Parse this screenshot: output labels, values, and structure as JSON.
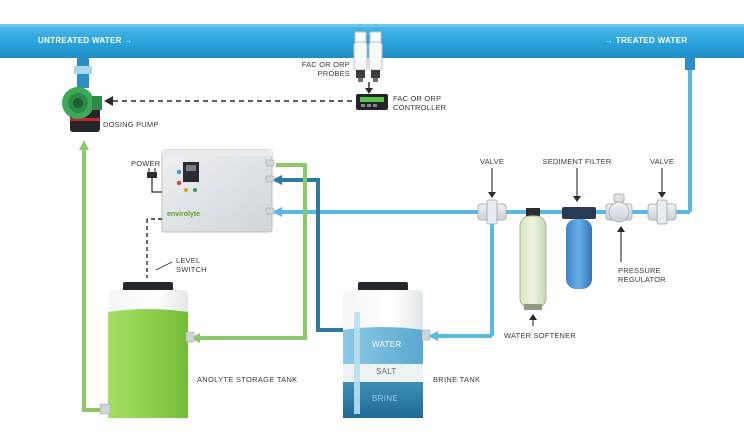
{
  "labels": {
    "untreated_water": "UNTREATED WATER",
    "treated_water": "TREATED WATER",
    "probes_line1": "FAC OR ORP",
    "probes_line2": "PROBES",
    "controller_line1": "FAC OR ORP",
    "controller_line2": "CONTROLLER",
    "dosing_pump": "DOSING PUMP",
    "power": "POWER",
    "valve_left": "VALVE",
    "sediment_filter": "SEDIMENT FILTER",
    "valve_right": "VALVE",
    "pressure_line1": "PRESSURE",
    "pressure_line2": "REGULATOR",
    "level_line1": "LEVEL",
    "level_line2": "SWITCH",
    "water_softener": "WATER SOFTENER",
    "anolyte_tank": "ANOLYTE STORAGE TANK",
    "brine_tank": "BRINE TANK",
    "water": "WATER",
    "salt": "SALT",
    "brine": "BRINE",
    "brand": "envirolyte"
  },
  "colors": {
    "main_pipe": "#2aa3dc",
    "water_line": "#5ab8e4",
    "anolyte_line": "#8cc96a",
    "brine_line": "#2f7aa0",
    "anolyte_liquid": "#8fd14f",
    "brine_water": "#6fb9da",
    "brine_bottom": "#2c7ea9",
    "generator_body": "#dde2e6"
  },
  "arrows": {
    "untreated": "→",
    "treated": "→"
  }
}
